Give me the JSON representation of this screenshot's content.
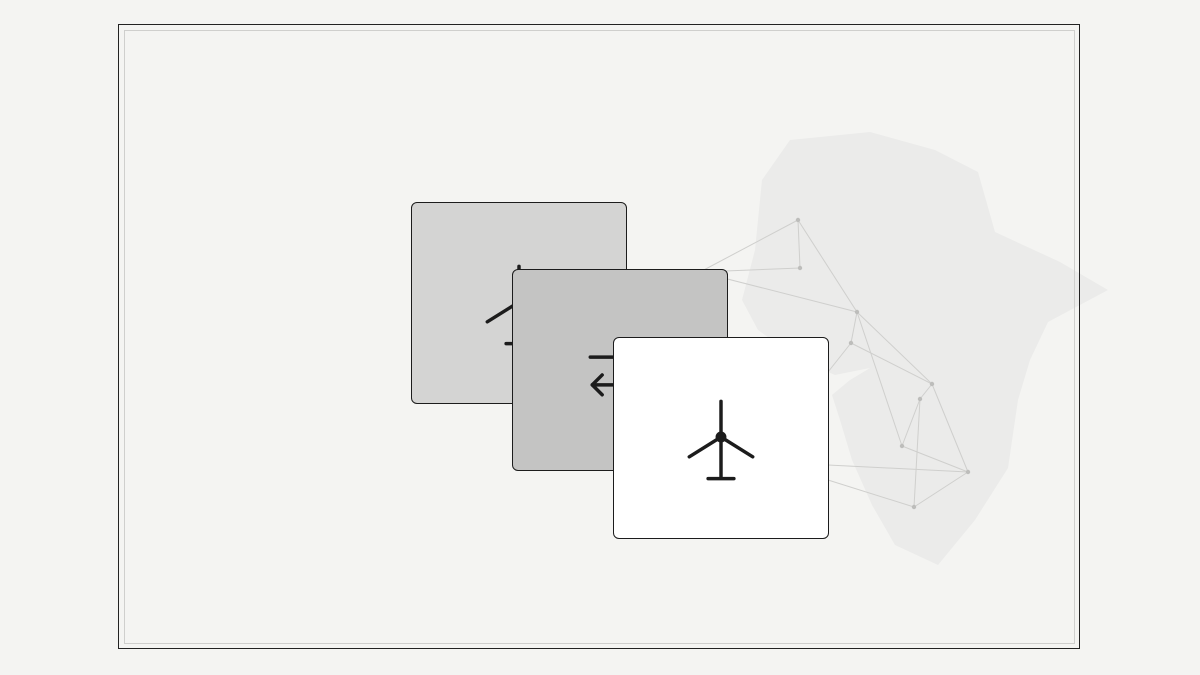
{
  "canvas": {
    "background": "#f4f4f2",
    "frame_color": "#222222",
    "inner_frame_color": "#cfcfcd"
  },
  "map": {
    "shape_color": "#ebebea",
    "network_line_color": "#cfcfcd",
    "network_node_color": "#bdbdbb"
  },
  "cards": [
    {
      "name": "wind-turbine-card-back",
      "icon": "wind-turbine-icon",
      "fill": "#d4d4d3"
    },
    {
      "name": "energy-exchange-card-middle",
      "icon": "arrows-exchange-icon",
      "fill": "#c4c4c3"
    },
    {
      "name": "wind-turbine-card-front",
      "icon": "wind-turbine-icon",
      "fill": "#ffffff"
    }
  ],
  "icon_color": "#1c1c1c"
}
